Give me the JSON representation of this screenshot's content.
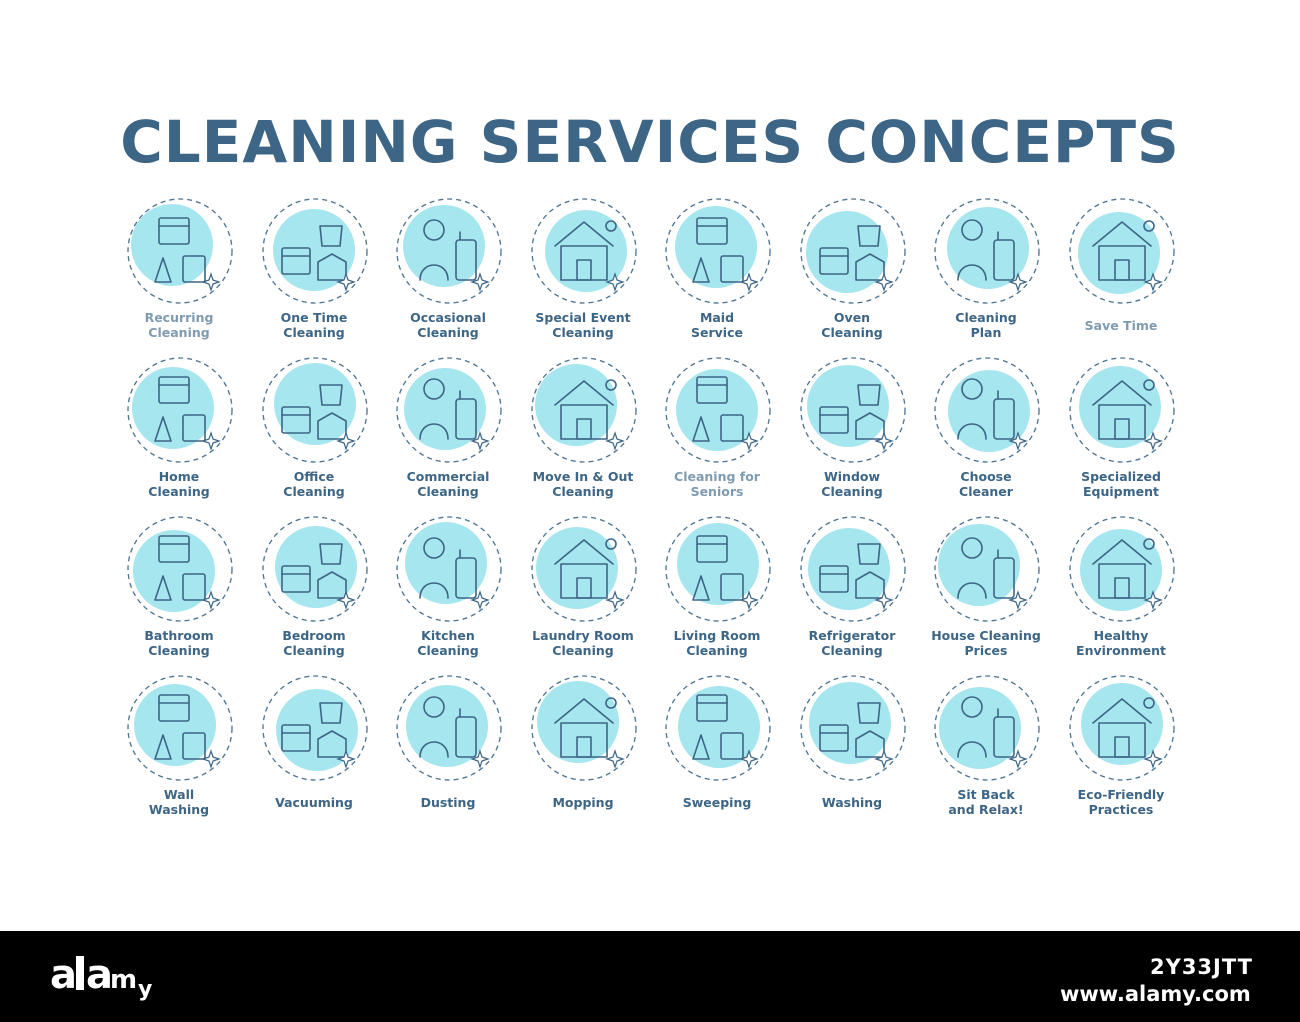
{
  "title": "CLEANING SERVICES CONCEPTS",
  "colors": {
    "ink": "#3d6586",
    "blob": "#a6e6ee",
    "dash": "#4b7290",
    "footer": "#000000"
  },
  "items": [
    {
      "label": "Recurring\nCleaning",
      "icon": "recurring-cleaning-icon",
      "faded": true
    },
    {
      "label": "One Time\nCleaning",
      "icon": "one-time-cleaning-icon"
    },
    {
      "label": "Occasional\nCleaning",
      "icon": "occasional-cleaning-icon"
    },
    {
      "label": "Special Event\nCleaning",
      "icon": "special-event-cleaning-icon"
    },
    {
      "label": "Maid\nService",
      "icon": "maid-service-icon"
    },
    {
      "label": "Oven\nCleaning",
      "icon": "oven-cleaning-icon"
    },
    {
      "label": "Cleaning\nPlan",
      "icon": "cleaning-plan-icon"
    },
    {
      "label": "Save Time",
      "icon": "save-time-icon",
      "faded": true
    },
    {
      "label": "Home\nCleaning",
      "icon": "home-cleaning-icon"
    },
    {
      "label": "Office\nCleaning",
      "icon": "office-cleaning-icon"
    },
    {
      "label": "Commercial\nCleaning",
      "icon": "commercial-cleaning-icon"
    },
    {
      "label": "Move In & Out\nCleaning",
      "icon": "move-in-out-cleaning-icon"
    },
    {
      "label": "Cleaning for\nSeniors",
      "icon": "cleaning-for-seniors-icon",
      "faded": true
    },
    {
      "label": "Window\nCleaning",
      "icon": "window-cleaning-icon"
    },
    {
      "label": "Choose\nCleaner",
      "icon": "choose-cleaner-icon"
    },
    {
      "label": "Specialized\nEquipment",
      "icon": "specialized-equipment-icon"
    },
    {
      "label": "Bathroom\nCleaning",
      "icon": "bathroom-cleaning-icon"
    },
    {
      "label": "Bedroom\nCleaning",
      "icon": "bedroom-cleaning-icon"
    },
    {
      "label": "Kitchen\nCleaning",
      "icon": "kitchen-cleaning-icon"
    },
    {
      "label": "Laundry Room\nCleaning",
      "icon": "laundry-room-cleaning-icon"
    },
    {
      "label": "Living Room\nCleaning",
      "icon": "living-room-cleaning-icon"
    },
    {
      "label": "Refrigerator\nCleaning",
      "icon": "refrigerator-cleaning-icon"
    },
    {
      "label": "House Cleaning\nPrices",
      "icon": "house-cleaning-prices-icon"
    },
    {
      "label": "Healthy\nEnvironment",
      "icon": "healthy-environment-icon"
    },
    {
      "label": "Wall\nWashing",
      "icon": "wall-washing-icon"
    },
    {
      "label": "Vacuuming",
      "icon": "vacuuming-icon"
    },
    {
      "label": "Dusting",
      "icon": "dusting-icon"
    },
    {
      "label": "Mopping",
      "icon": "mopping-icon"
    },
    {
      "label": "Sweeping",
      "icon": "sweeping-icon"
    },
    {
      "label": "Washing",
      "icon": "washing-icon"
    },
    {
      "label": "Sit Back\nand Relax!",
      "icon": "sit-back-and-relax-icon"
    },
    {
      "label": "Eco-Friendly\nPractices",
      "icon": "eco-friendly-practices-icon"
    }
  ],
  "footer": {
    "logo_text": "alamy",
    "image_id": "2Y33JTT",
    "url": "www.alamy.com"
  }
}
